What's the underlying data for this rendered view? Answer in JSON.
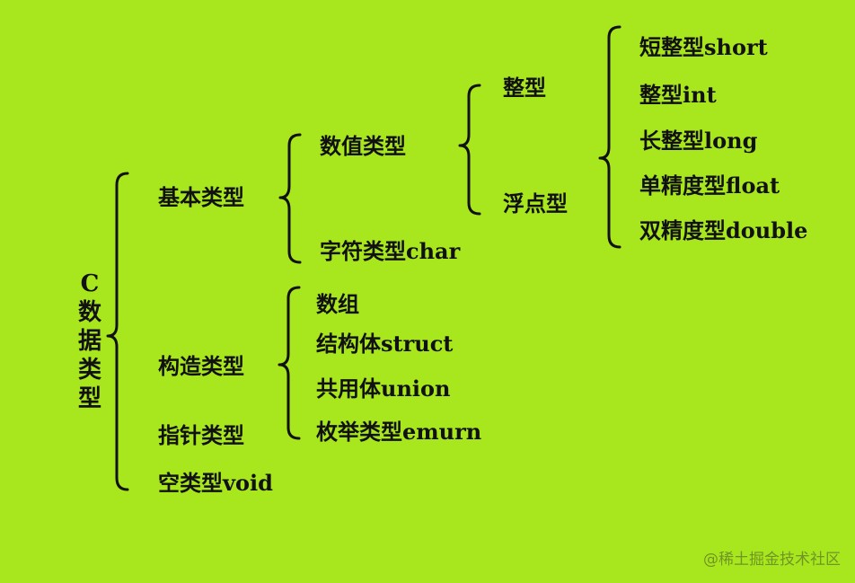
{
  "root_label": "C数据类型",
  "level1": {
    "basic": "基本类型",
    "constructed": "构造类型",
    "pointer": "指针类型",
    "void": "空类型void"
  },
  "basic": {
    "numeric": "数值类型",
    "char": "字符类型char"
  },
  "numeric": {
    "integer": "整型",
    "float": "浮点型"
  },
  "leaf_types": {
    "short": "短整型short",
    "int": "整型int",
    "long": "长整型long",
    "float": "单精度型float",
    "double": "双精度型double"
  },
  "constructed": {
    "array": "数组",
    "struct": "结构体struct",
    "union": "共用体union",
    "enum": "枚举类型emurn"
  },
  "watermark": "@稀土掘金技术社区",
  "colors": {
    "background": "#a8e61d",
    "ink": "#111111"
  }
}
